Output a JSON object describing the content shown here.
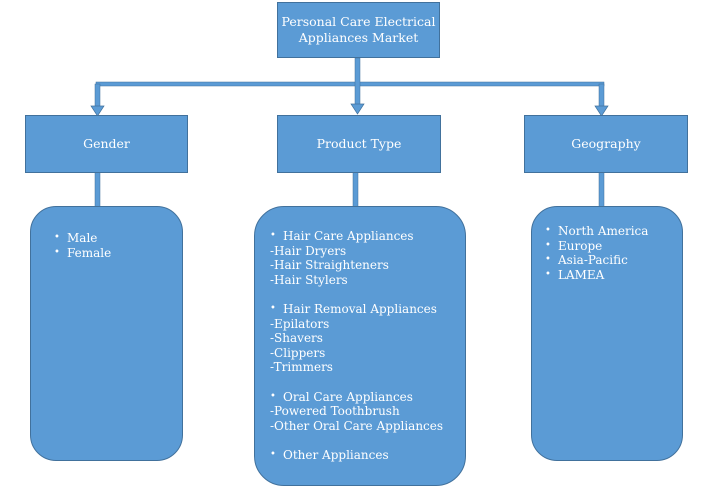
{
  "root": {
    "label_line1": "Personal Care Electrical",
    "label_line2": "Appliances Market"
  },
  "categories": [
    {
      "label": "Gender"
    },
    {
      "label": "Product Type"
    },
    {
      "label": "Geography"
    }
  ],
  "gender_items": [
    "Male",
    "Female"
  ],
  "product_groups": [
    {
      "title": "Hair Care Appliances",
      "items": [
        "-Hair Dryers",
        "-Hair Straighteners",
        "-Hair Stylers"
      ]
    },
    {
      "title": "Hair Removal Appliances",
      "items": [
        "-Epilators",
        "-Shavers",
        "-Clippers",
        "-Trimmers"
      ]
    },
    {
      "title": "Oral Care Appliances",
      "items": [
        "-Powered Toothbrush",
        "-Other Oral Care Appliances"
      ]
    },
    {
      "title": "Other Appliances",
      "items": []
    }
  ],
  "geography_items": [
    "North America",
    "Europe",
    "Asia-Pacific",
    "LAMEA"
  ],
  "colors": {
    "box_fill": "#5b9bd5",
    "box_border": "#41719c",
    "text": "#ffffff"
  }
}
